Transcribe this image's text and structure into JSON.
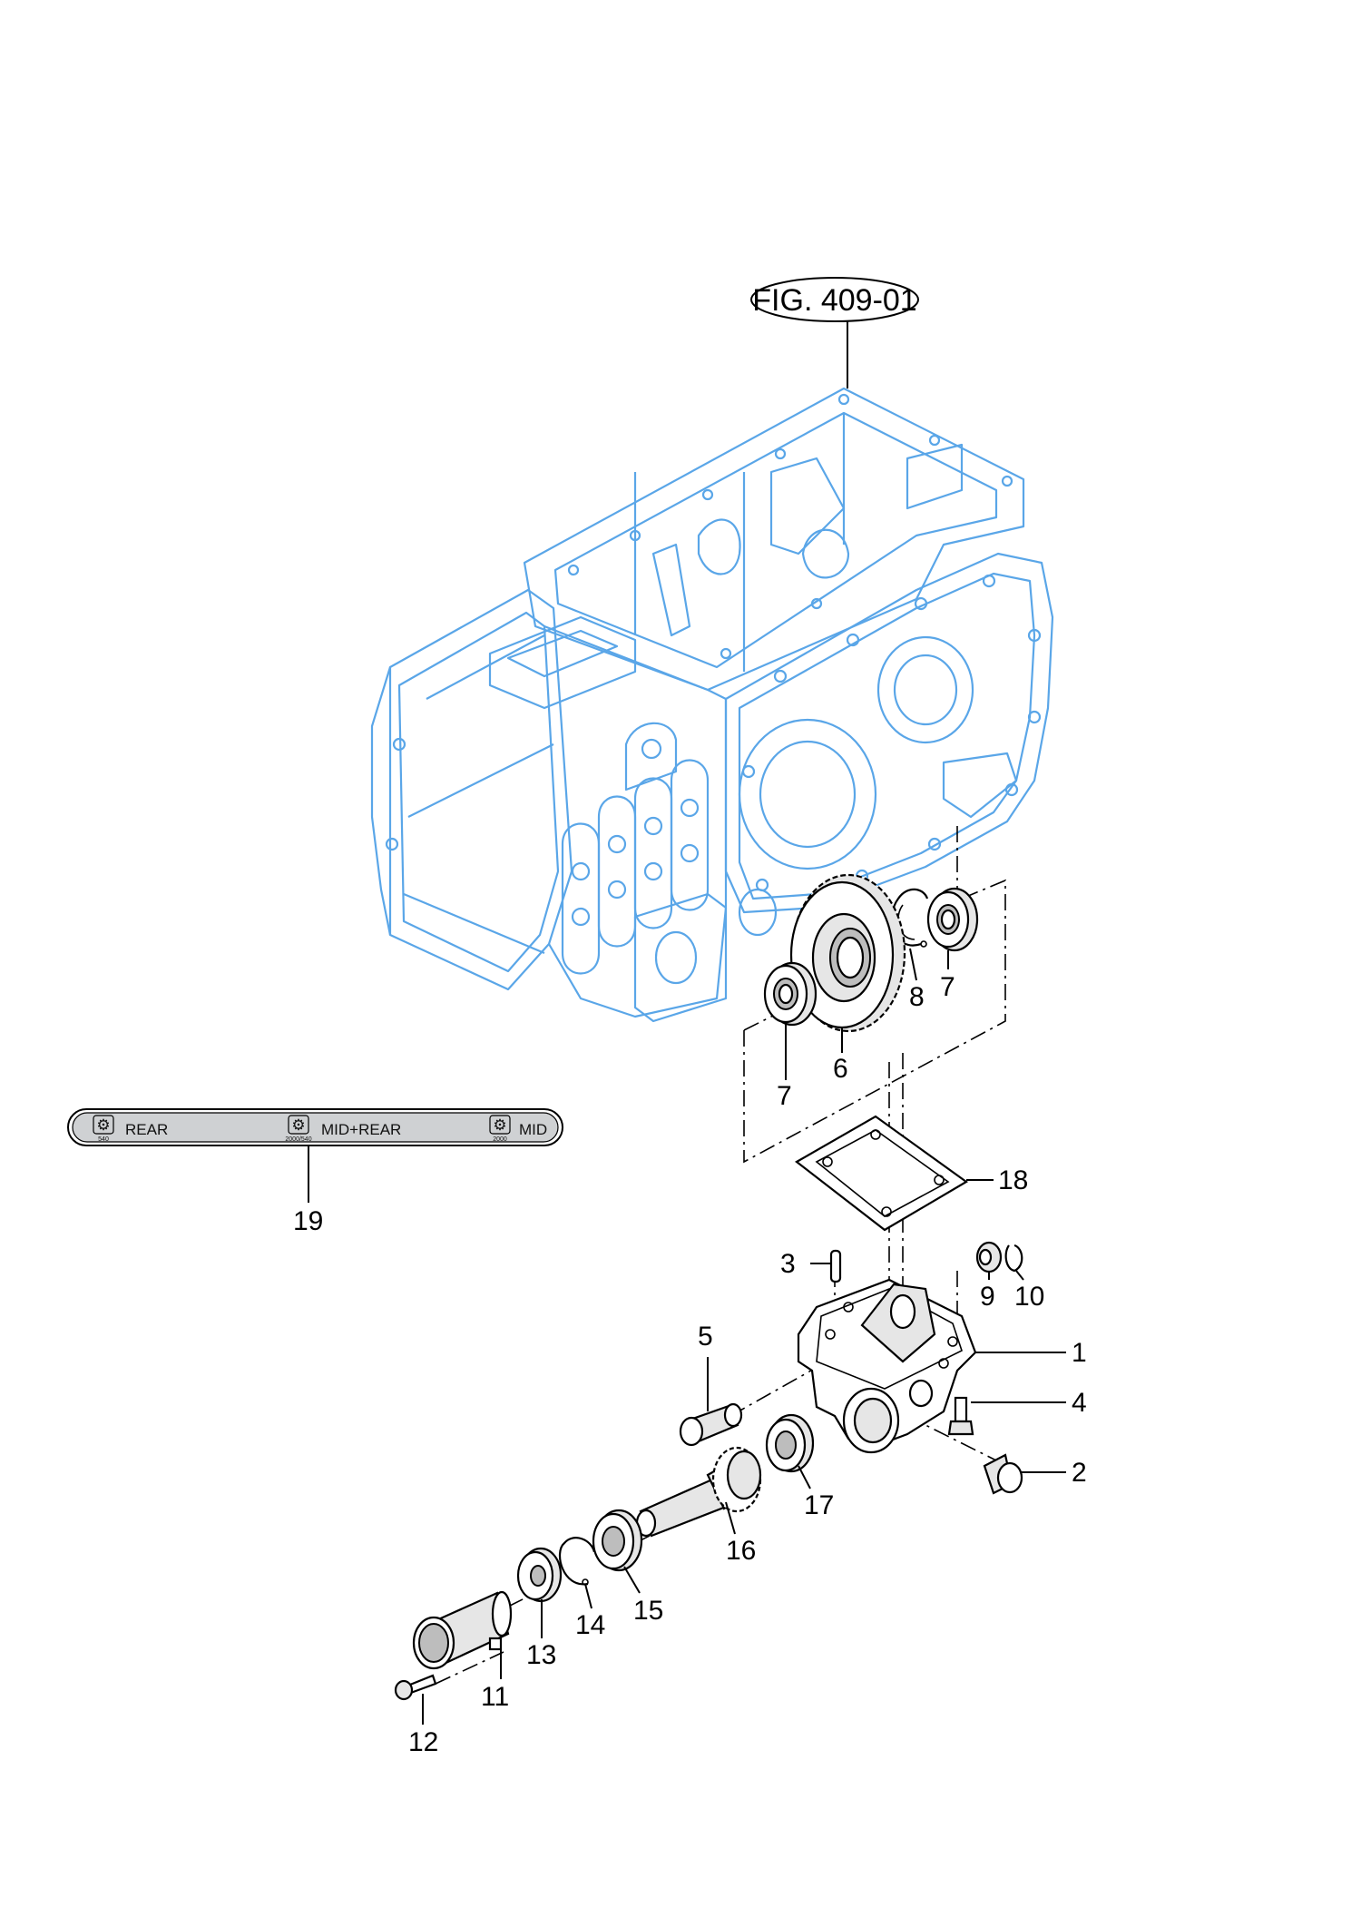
{
  "figure_reference": "FIG. 409-01",
  "callouts": {
    "c1": "1",
    "c2": "2",
    "c3": "3",
    "c4": "4",
    "c5": "5",
    "c6": "6",
    "c7a": "7",
    "c7b": "7",
    "c8": "8",
    "c9": "9",
    "c10": "10",
    "c11": "11",
    "c12": "12",
    "c13": "13",
    "c14": "14",
    "c15": "15",
    "c16": "16",
    "c17": "17",
    "c18": "18",
    "c19": "19"
  },
  "decal": {
    "rear_label": "REAR",
    "rear_sub": "540",
    "midrear_label": "MID+REAR",
    "midrear_sub": "2000/540",
    "mid_label": "MID",
    "mid_sub": "2000",
    "icon": "pto-gear-icon"
  },
  "colors": {
    "housing_outline": "#5aa6e8",
    "parts_outline": "#000000"
  }
}
